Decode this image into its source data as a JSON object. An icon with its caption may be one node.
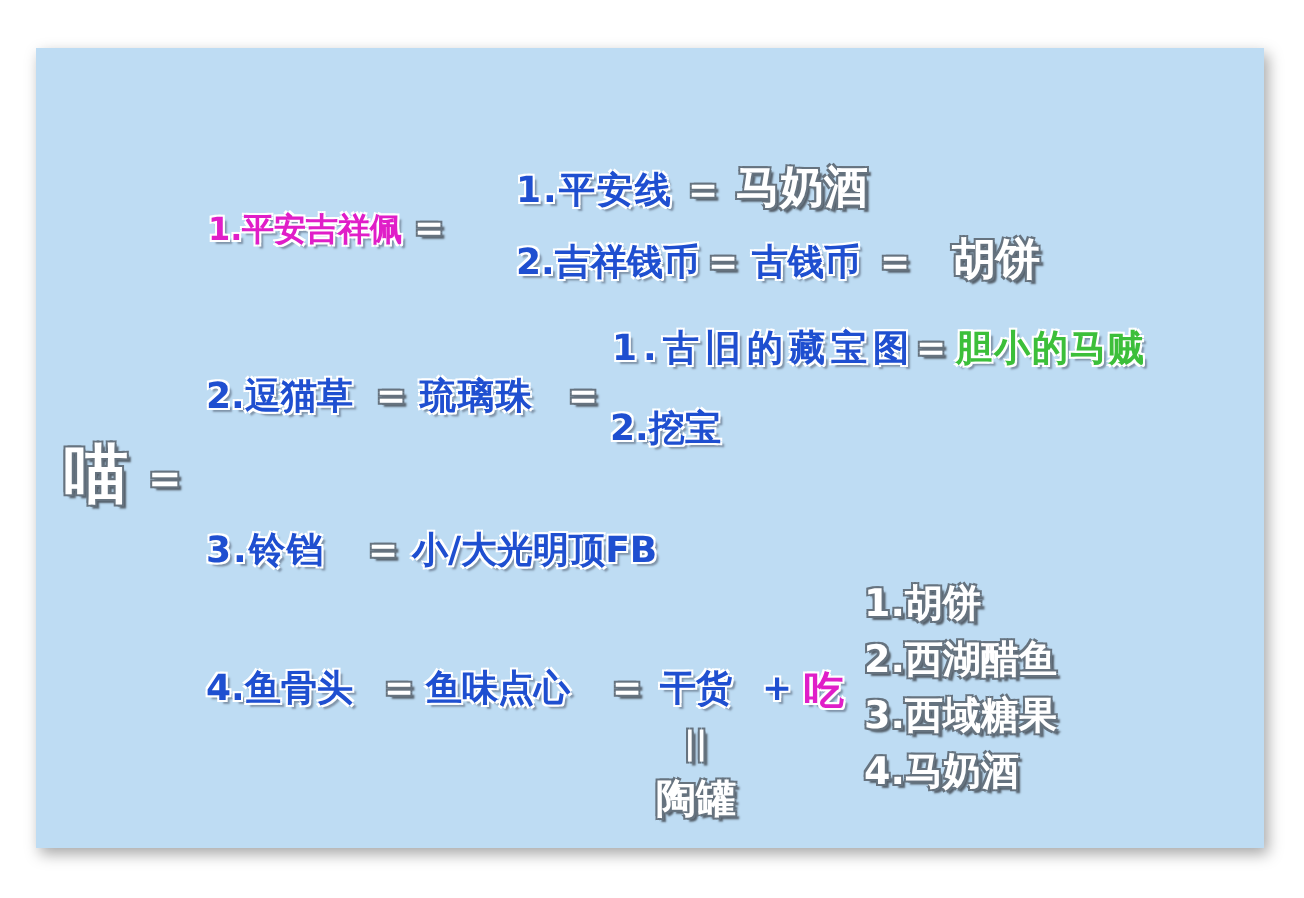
{
  "diagram": {
    "labels": [
      "喵",
      "=",
      "1.平安吉祥佩",
      "=",
      "1.平安线",
      "=",
      "马奶酒",
      "2.吉祥钱币",
      "=",
      "古钱币",
      "=",
      "胡饼",
      "2.逗猫草",
      "=",
      "琉璃珠",
      "=",
      "1.古旧的藏宝图",
      "=",
      "胆小的马贼",
      "2.挖宝",
      "3.铃铛",
      "=",
      "小/大光明顶FB",
      "4.鱼骨头",
      "=",
      "鱼味点心",
      "=",
      "干货",
      "+",
      "吃",
      "1.胡饼",
      "2.西湖醋鱼",
      "3.西域糖果",
      "4.马奶酒",
      "||",
      "陶罐"
    ]
  }
}
